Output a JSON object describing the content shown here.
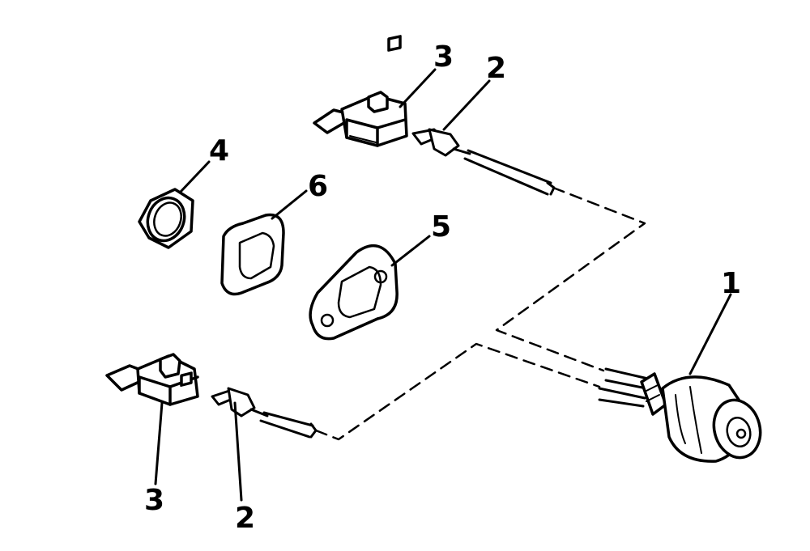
{
  "diagram": {
    "callouts": [
      {
        "id": "c-3-top",
        "label": "3",
        "part": "connector-housing"
      },
      {
        "id": "c-2-top",
        "label": "2",
        "part": "terminal"
      },
      {
        "id": "c-4",
        "label": "4",
        "part": "hex-nut"
      },
      {
        "id": "c-6",
        "label": "6",
        "part": "gasket"
      },
      {
        "id": "c-5",
        "label": "5",
        "part": "mounting-plate"
      },
      {
        "id": "c-1",
        "label": "1",
        "part": "switch-body"
      },
      {
        "id": "c-3-bottom",
        "label": "3",
        "part": "connector-housing"
      },
      {
        "id": "c-2-bottom",
        "label": "2",
        "part": "terminal"
      }
    ],
    "colors": {
      "ink": "#000000",
      "background": "#ffffff"
    }
  }
}
